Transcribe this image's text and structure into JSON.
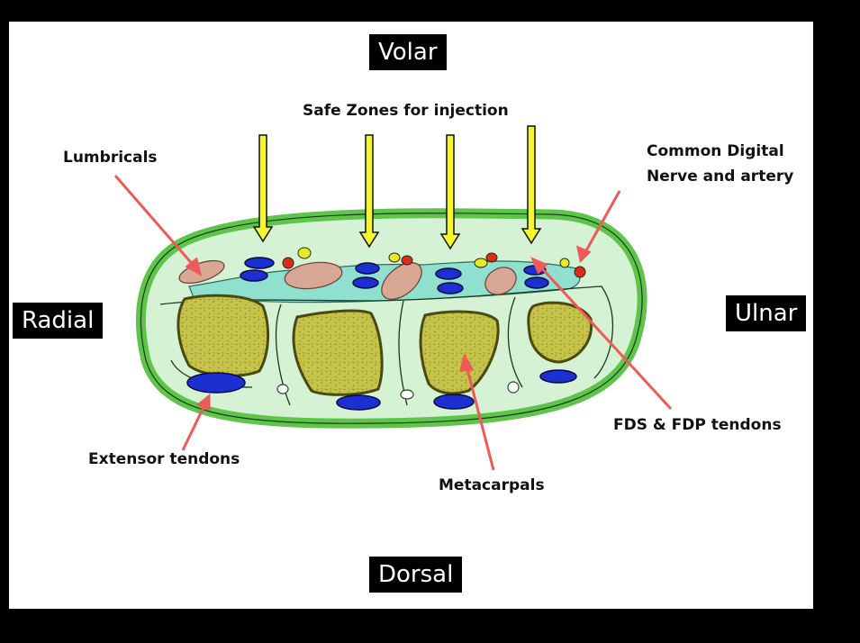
{
  "directions": {
    "volar": "Volar",
    "dorsal": "Dorsal",
    "radial": "Radial",
    "ulnar": "Ulnar"
  },
  "annotations": {
    "safe_zones": "Safe Zones for injection",
    "lumbricals": "Lumbricals",
    "digital_nerve_line1": "Common Digital",
    "digital_nerve_line2": "Nerve and artery",
    "extensor_tendons": "Extensor tendons",
    "metacarpals": "Metacarpals",
    "fds_fdp": "FDS & FDP  tendons"
  },
  "colors": {
    "background": "#000000",
    "panel": "#ffffff",
    "skin_outline": "#5ec44a",
    "tissue": "#d6f2d4",
    "synovial": "#8fe0cf",
    "bone": "#c6c34a",
    "tendon": "#1c2fd0",
    "lumbrical": "#d8a894",
    "artery": "#dd2b1c",
    "nerve": "#e4ec2a",
    "pointer_arrow": "#ee5a5a",
    "safe_zone_arrow": "#f5f52c"
  }
}
